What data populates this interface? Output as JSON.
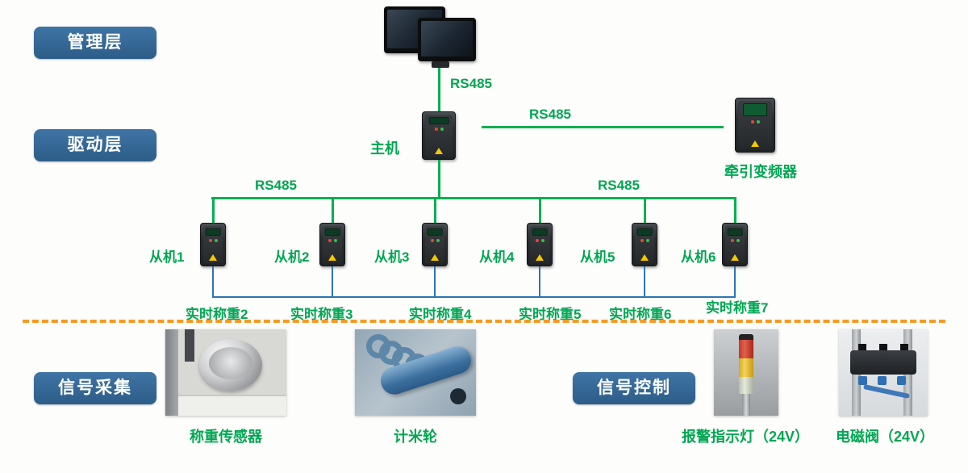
{
  "layers": {
    "management": "管理层",
    "drive": "驱动层",
    "signal_acquisition": "信号采集",
    "signal_control": "信号控制"
  },
  "links": {
    "hmi_rs485": "RS485",
    "traction_rs485": "RS485",
    "slave_bus_rs485_left": "RS485",
    "slave_bus_rs485_right": "RS485"
  },
  "devices": {
    "master": "主机",
    "traction_inverter": "牵引变频器",
    "slaves": [
      {
        "name": "从机1",
        "signal": "实时称重2"
      },
      {
        "name": "从机2",
        "signal": "实时称重3"
      },
      {
        "name": "从机3",
        "signal": "实时称重4"
      },
      {
        "name": "从机4",
        "signal": "实时称重5"
      },
      {
        "name": "从机5",
        "signal": "实时称重6"
      },
      {
        "name": "从机6",
        "signal": "实时称重7"
      }
    ]
  },
  "field_devices": [
    {
      "label": "称重传感器"
    },
    {
      "label": "计米轮"
    },
    {
      "label": "报警指示灯（24V）"
    },
    {
      "label": "电磁阀（24V）"
    }
  ],
  "colors": {
    "layer_label_bg": "#2f6293",
    "green_line": "#00b050",
    "green_text": "#00a651",
    "blue_line": "#2e75b6",
    "divider_orange": "#f59a23"
  }
}
